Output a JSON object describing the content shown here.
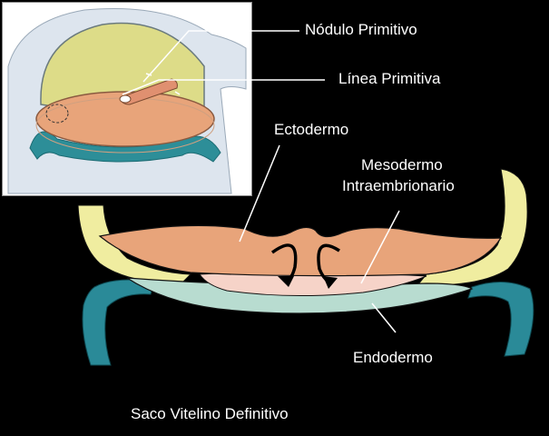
{
  "labels": {
    "nodulo_primitivo": "Nódulo Primitivo",
    "linea_primitiva": "Línea Primitiva",
    "ectodermo": "Ectodermo",
    "mesodermo_line1": "Mesodermo",
    "mesodermo_line2": "Intraembrionario",
    "endodermo": "Endodermo",
    "saco_vitelino": "Saco Vitelino Definitivo"
  },
  "colors": {
    "background": "#000000",
    "ectoderm": "#E8A47A",
    "mesoderm": "#F6D3C8",
    "endoderm": "#B8DCD0",
    "amnion": "#F0EDA0",
    "yolk_sac_wall": "#2A8A98",
    "inset_background": "#FFFFFF"
  },
  "icons": {
    "invagination_arrows": "curved-arrow-icon"
  }
}
